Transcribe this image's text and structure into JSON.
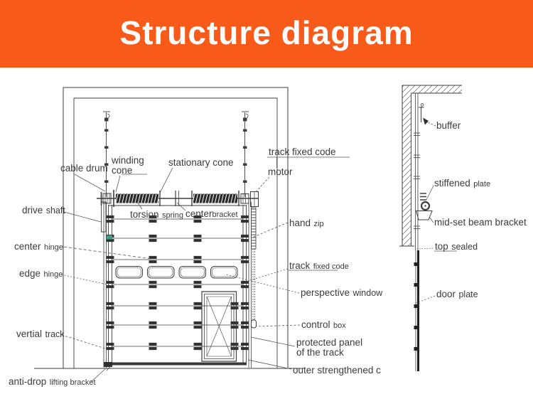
{
  "header": {
    "title": "Structure diagram",
    "background_color": "#f85a19",
    "text_color": "#ffffff"
  },
  "colors": {
    "line": "#3d3d3d",
    "label_text": "#3b3b3b",
    "spring_dark": "#2b2b2b",
    "hinge_clip_green": "#3aa08c"
  },
  "labels": {
    "cable_drum": {
      "a": "cable drum"
    },
    "winding_cone": {
      "a": "winding",
      "b": "cone"
    },
    "stationary_cone": {
      "a": "stationary cone"
    },
    "track_fixed_code_top": {
      "a": "track fixed code"
    },
    "motor": {
      "a": "motor"
    },
    "drive_shaft": {
      "a": "drive",
      "b": "shaft"
    },
    "torsion_spring": {
      "a": "torsion",
      "b": "spring"
    },
    "center_bracket": {
      "a": "center",
      "b": "bracket"
    },
    "hand_zip": {
      "a": "hand",
      "b": "zip"
    },
    "center_hinge": {
      "a": "center",
      "b": "hinge"
    },
    "edge_hinge": {
      "a": "edge",
      "b": "hinge"
    },
    "track_fixed_code_mid": {
      "a": "track",
      "b": "fixed code"
    },
    "perspective_window": {
      "a": "perspective",
      "b": "window"
    },
    "control_box": {
      "a": "control",
      "b": "box"
    },
    "protected_panel": {
      "a": "protected panel",
      "b": "of the track"
    },
    "outer_strengthened": {
      "a": "outer strengthened c"
    },
    "vertial_track": {
      "a": "vertial",
      "b": "track"
    },
    "anti_drop": {
      "a": "anti-drop",
      "b": "lifting bracket"
    },
    "buffer": {
      "a": "buffer"
    },
    "stiffened_plate": {
      "a": "stiffened",
      "b": "plate"
    },
    "mid_set_beam_bracket": {
      "a": "mid-set beam bracket"
    },
    "top_sealed": {
      "a": "top",
      "b": "sealed"
    },
    "door_plate": {
      "a": "door",
      "b": "plate"
    }
  }
}
